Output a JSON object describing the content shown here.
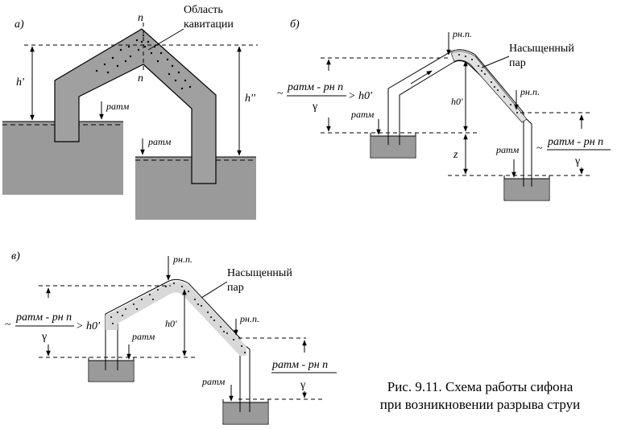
{
  "panels": {
    "a": {
      "tag": "а)",
      "label_n_top": "n",
      "label_n_bottom": "n",
      "cavitation_line1": "Область",
      "cavitation_line2": "кавитации",
      "h_left": "h'",
      "h_right": "h''",
      "p_atm_1": "pатм",
      "p_atm_2": "pатм"
    },
    "b": {
      "tag": "б)",
      "p_np_top": "pн.п.",
      "vapor_line1": "Насыщенный",
      "vapor_line2": "пар",
      "p_np_side": "pн.п.",
      "h0": "h0'",
      "z": "z",
      "p_atm_left": "pатм",
      "p_atm_right": "pатм",
      "formula_left_num": "pатм - pн п",
      "formula_left_den": "γ",
      "formula_left_rel": "> h0'",
      "formula_right_num": "pатм - pн п",
      "formula_right_den": "γ",
      "tilde": "~"
    },
    "v": {
      "tag": "в)",
      "p_np_top": "pн.п.",
      "vapor_line1": "Насыщенный",
      "vapor_line2": "пар",
      "p_np_side": "pн.п.",
      "h0": "h0'",
      "p_atm_left": "pатм",
      "p_atm_right": "pатм",
      "formula_left_num": "pатм - pн п",
      "formula_left_den": "γ",
      "formula_left_rel": "> h0'",
      "formula_right_num": "pатм - pн п",
      "formula_right_den": "γ",
      "tilde": "~"
    }
  },
  "caption": {
    "line1": "Рис. 9.11. Схема работы сифона",
    "line2": "при возникновении разрыва струи"
  },
  "colors": {
    "water": "#9a9a9a",
    "pipe_fill": "#a0a0a0",
    "ink": "#000000"
  }
}
